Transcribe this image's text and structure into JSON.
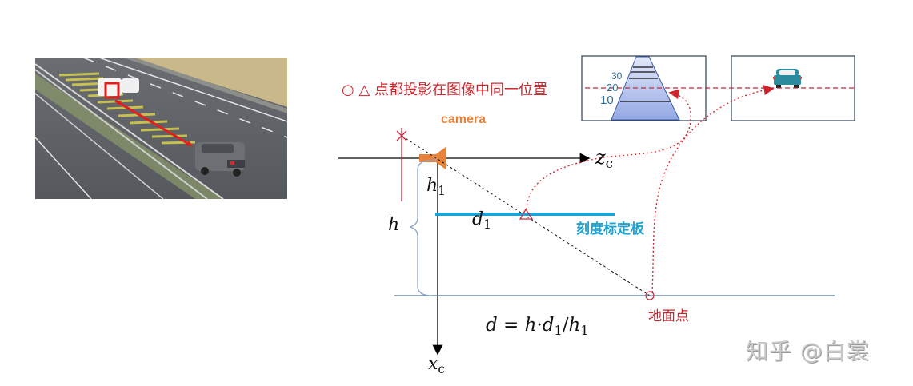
{
  "photo": {
    "description": "Highway scene: white van ahead with red bounding box, grey SUV behind, red distance arrow between them over yellow grid",
    "colors": {
      "road": "#5e6166",
      "grass": "#c9b98a",
      "grid": "#d8d04a",
      "box": "#e01e1e"
    }
  },
  "caption": {
    "circle_symbol": "○",
    "triangle_symbol": "△",
    "text": "点都投影在图像中同一位置"
  },
  "camera": {
    "label": "camera",
    "color": "#e8823a"
  },
  "axes": {
    "z_axis": {
      "symbol": "z",
      "subscript": "c"
    },
    "x_axis": {
      "symbol": "x",
      "subscript": "c"
    }
  },
  "labels": {
    "h1": {
      "symbol": "h",
      "subscript": "1"
    },
    "d1": {
      "symbol": "d",
      "subscript": "1"
    },
    "h": {
      "symbol": "h"
    },
    "board": "刻度标定板",
    "ground_point": "地面点"
  },
  "formula": {
    "lhs": "d",
    "eq": "=",
    "h": "h",
    "dot": "·",
    "d1": "d",
    "d1_sub": "1",
    "slash": "/",
    "h1": "h",
    "h1_sub": "1"
  },
  "image_plane_left": {
    "scale_ticks": [
      "30",
      "20",
      "10"
    ],
    "colors": {
      "trapezoid_top": "#e4e9fa",
      "trapezoid_bottom": "#93a8e4",
      "border": "#2e3f55"
    }
  },
  "image_plane_right": {
    "car_color": "#2a8a9e"
  },
  "colors": {
    "projection_red": "#d0242c",
    "board_blue": "#1ea3d6",
    "ground_line": "#4f7391",
    "brace": "#8aa3c4"
  },
  "watermark": {
    "text": "知乎 @白裳"
  }
}
